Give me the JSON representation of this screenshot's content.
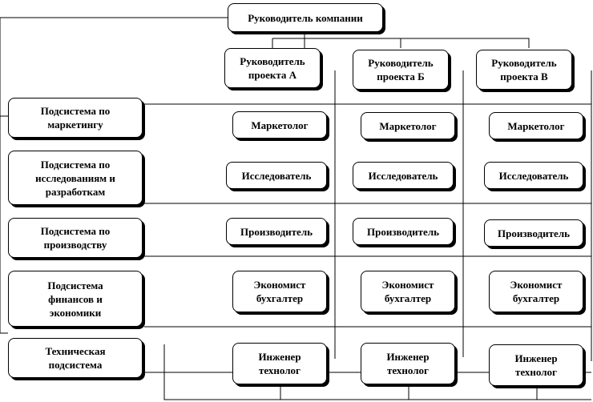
{
  "head": {
    "label": "Руководитель компании"
  },
  "projects": [
    {
      "label": "Руководитель\nпроекта А"
    },
    {
      "label": "Руководитель\nпроекта Б"
    },
    {
      "label": "Руководитель\nпроекта В"
    }
  ],
  "subsystems": [
    {
      "label": "Подсистема по\nмаркетингу"
    },
    {
      "label": "Подсистема по\nисследованиям и\nразработкам"
    },
    {
      "label": "Подсистема по\nпроизводству"
    },
    {
      "label": "Подсистема\nфинансов и\nэкономики"
    },
    {
      "label": "Техническая\nподсистема"
    }
  ],
  "roles": [
    {
      "label": "Маркетолог"
    },
    {
      "label": "Исследователь"
    },
    {
      "label": "Производитель"
    },
    {
      "label": "Экономист\nбухгалтер"
    },
    {
      "label": "Инженер\nтехнолог"
    }
  ]
}
